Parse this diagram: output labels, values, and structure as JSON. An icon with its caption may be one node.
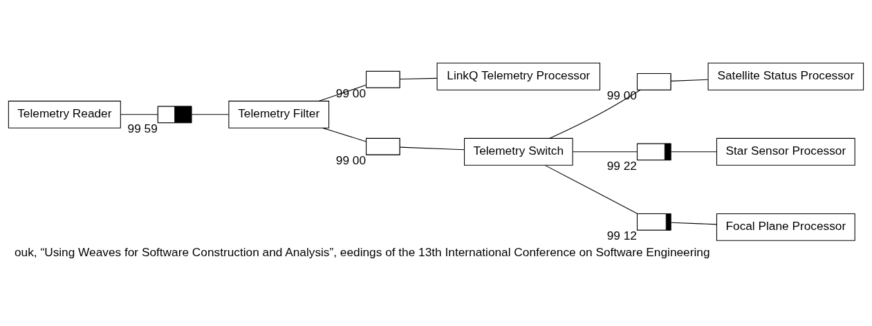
{
  "diagram": {
    "caption": "ouk, “Using Weaves for Software Construction and Analysis”, eedings of the 13th International Conference on Software Engineering",
    "nodes": [
      {
        "text": [
          "Telemetry Reader"
        ]
      },
      {
        "text": [],
        "shape": "box",
        "beside": [
          "99 59"
        ]
      },
      {
        "text": [
          "Telemetry Filter"
        ]
      },
      {
        "text": [],
        "shape": "box",
        "beside": [
          "99 00"
        ]
      },
      {
        "text": [
          "LinkQ Telemetry Processor"
        ]
      },
      {
        "text": [],
        "shape": "box",
        "beside": [
          "99 00"
        ]
      },
      {
        "text": [
          "Telemetry Switch"
        ]
      },
      {
        "text": [],
        "shape": "box",
        "beside": [
          "99 00"
        ]
      },
      {
        "text": [
          "Satellite Status Processor"
        ]
      },
      {
        "text": [],
        "shape": "box",
        "beside": [
          "99 22"
        ]
      },
      {
        "text": [
          "Star Sensor Processor"
        ]
      },
      {
        "text": [],
        "shape": "box",
        "beside": [
          "99 12"
        ]
      },
      {
        "text": [
          "Focal Plane Processor"
        ]
      }
    ],
    "edges": [
      {
        "from": 0,
        "to": 1,
        "arrow": "none"
      },
      {
        "from": 1,
        "to": 2,
        "arrow": "none"
      },
      {
        "from": 2,
        "to": 3,
        "arrow": "none"
      },
      {
        "from": 3,
        "to": 4,
        "arrow": "none"
      },
      {
        "from": 2,
        "to": 5,
        "arrow": "none"
      },
      {
        "from": 5,
        "to": 6,
        "arrow": "none"
      },
      {
        "from": 6,
        "to": 7,
        "arrow": "none"
      },
      {
        "from": 7,
        "to": 8,
        "arrow": "none"
      },
      {
        "from": 6,
        "to": 9,
        "arrow": "none"
      },
      {
        "from": 9,
        "to": 10,
        "arrow": "none"
      },
      {
        "from": 6,
        "to": 11,
        "arrow": "none"
      },
      {
        "from": 11,
        "to": 12,
        "arrow": "none"
      }
    ]
  }
}
